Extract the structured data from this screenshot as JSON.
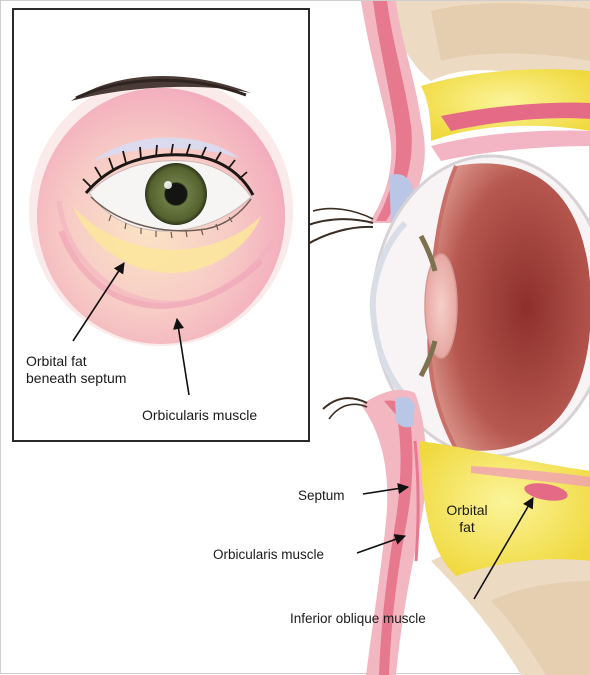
{
  "inset": {
    "labels": {
      "orbital_fat_line1": "Orbital fat",
      "orbital_fat_line2": "beneath septum",
      "orbicularis": "Orbicularis muscle"
    }
  },
  "cross_section": {
    "labels": {
      "septum": "Septum",
      "orbital_fat_line1": "Orbital",
      "orbital_fat_line2": "fat",
      "orbicularis": "Orbicularis muscle",
      "inferior_oblique": "Inferior oblique muscle"
    }
  },
  "colors": {
    "skin_pink": "#f2b9c3",
    "muscle_pink": "#e8798f",
    "fat_yellow": "#f7e55c",
    "bone": "#ead8c0",
    "globe_red": "#b2554d",
    "iris_green": "#5d6b3a",
    "frame": "#2a2a2a"
  }
}
